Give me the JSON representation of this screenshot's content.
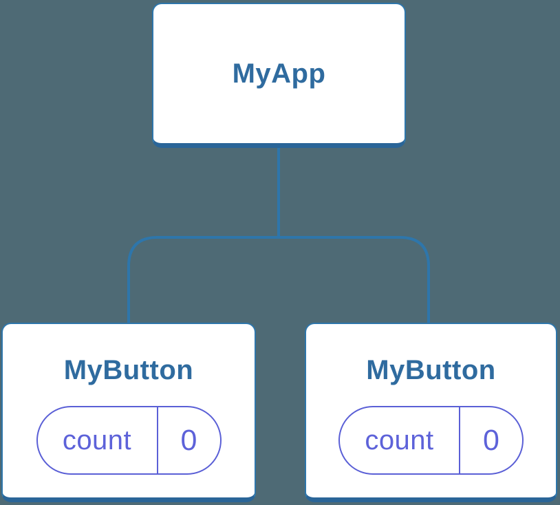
{
  "diagram": {
    "description": "Component tree: root component with two child components holding state",
    "root": {
      "label": "MyApp"
    },
    "children": [
      {
        "label": "MyButton",
        "state": {
          "name": "count",
          "value": "0"
        }
      },
      {
        "label": "MyButton",
        "state": {
          "name": "count",
          "value": "0"
        }
      }
    ]
  },
  "colors": {
    "background": "#4E6A75",
    "connector_line": "#2E76AB",
    "card_bottom_edge": "#2A6598",
    "card_fill": "#ffffff",
    "title_text": "#2F6B9F",
    "state_border": "#5A5FD6",
    "state_text": "#5D62D9"
  }
}
